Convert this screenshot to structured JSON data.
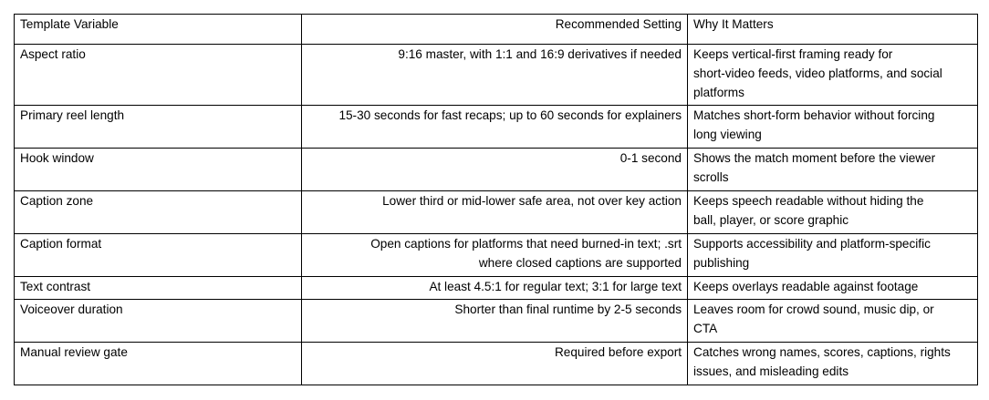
{
  "table": {
    "headers": [
      "Template Variable",
      "Recommended Setting",
      "Why It Matters"
    ],
    "rows": [
      {
        "variable": "Aspect ratio",
        "setting": [
          "9:16 master, with 1:1 and 16:9 derivatives if needed"
        ],
        "why": [
          "Keeps vertical-first framing ready for",
          "short-video feeds, video platforms, and social",
          "platforms"
        ]
      },
      {
        "variable": "Primary reel length",
        "setting": [
          "15-30 seconds for fast recaps; up to 60 seconds for explainers"
        ],
        "why": [
          "Matches short-form behavior without forcing",
          "long viewing"
        ]
      },
      {
        "variable": "Hook window",
        "setting": [
          "0-1 second"
        ],
        "why": [
          "Shows the match moment before the viewer",
          "scrolls"
        ]
      },
      {
        "variable": "Caption zone",
        "setting": [
          "Lower third or mid-lower safe area, not over key action"
        ],
        "why": [
          "Keeps speech readable without hiding the",
          "ball, player, or score graphic"
        ]
      },
      {
        "variable": "Caption format",
        "setting": [
          "Open captions for platforms that need burned-in text; .srt",
          "where closed captions are supported"
        ],
        "why": [
          "Supports accessibility and platform-specific",
          "publishing"
        ]
      },
      {
        "variable": "Text contrast",
        "setting": [
          "At least 4.5:1 for regular text; 3:1 for large text"
        ],
        "why": [
          "Keeps overlays readable against footage"
        ]
      },
      {
        "variable": "Voiceover duration",
        "setting": [
          "Shorter than final runtime by 2-5 seconds"
        ],
        "why": [
          "Leaves room for crowd sound, music dip, or",
          "CTA"
        ]
      },
      {
        "variable": "Manual review gate",
        "setting": [
          "Required before export"
        ],
        "why": [
          "Catches wrong names, scores, captions, rights",
          "issues, and misleading edits"
        ]
      }
    ]
  }
}
